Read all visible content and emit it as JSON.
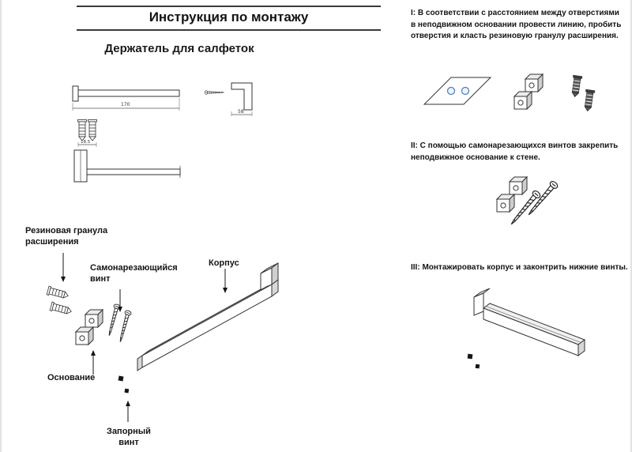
{
  "header": {
    "title": "Инструкция по монтажу",
    "subtitle": "Держатель для салфеток"
  },
  "drawings": {
    "dim_length": "170",
    "dim_depth": "58",
    "dim_holes": "18.5"
  },
  "exploded_labels": {
    "rubber": "Резиновая гранула расширения",
    "screw": "Самонарезающийся винт",
    "body": "Корпус",
    "base": "Основание",
    "lock": "Запорный винт"
  },
  "steps": [
    {
      "text": "I: В соответствии с расстоянием между отверстиями в неподвижном основании провести линию, пробить отверстия и класть резиновую гранулу расширения."
    },
    {
      "text": "II: С помощью самонарезающихся винтов закрепить неподвижное основание к стене."
    },
    {
      "text": "III: Монтажировать корпус и законтрить нижние винты."
    }
  ]
}
